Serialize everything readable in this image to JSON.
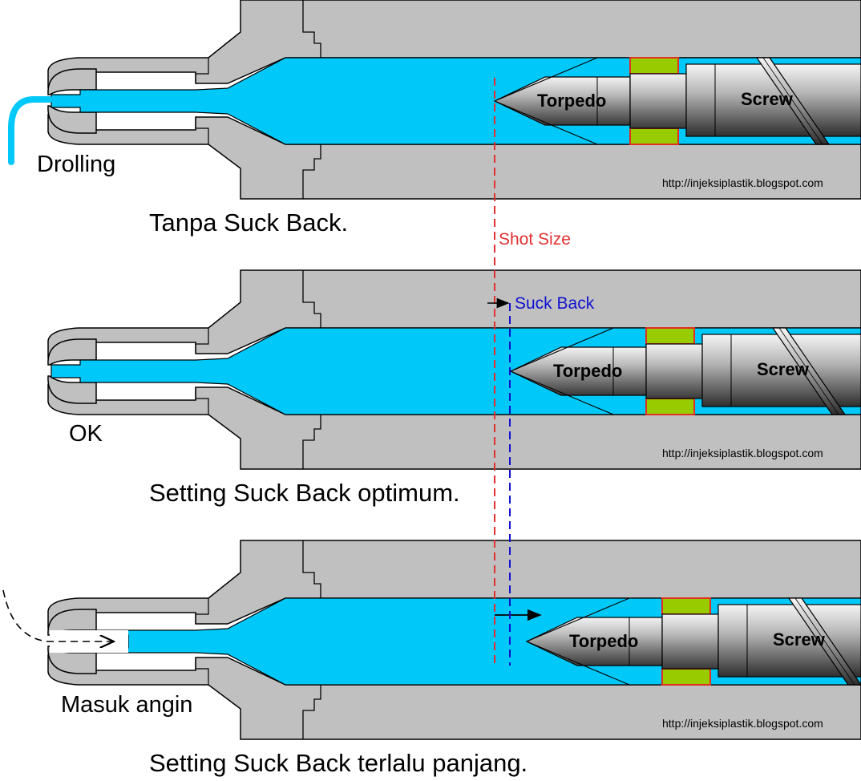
{
  "colors": {
    "barrel": "#c0c0c0",
    "melt": "#00c8f8",
    "ring": "#99cc00",
    "ring_border": "#e03020",
    "shot_line": "#e03030",
    "suckback_line": "#1010d0",
    "drool": "#00c8f8"
  },
  "panels": [
    {
      "side_label": "Drolling",
      "caption": "Tanpa Suck Back.",
      "torpedo_label": "Torpedo",
      "screw_label": "Screw",
      "url": "http://injeksiplastik.blogspot.com"
    },
    {
      "side_label": "OK",
      "caption": "Setting Suck Back optimum.",
      "torpedo_label": "Torpedo",
      "screw_label": "Screw",
      "url": "http://injeksiplastik.blogspot.com"
    },
    {
      "side_label": "Masuk angin",
      "caption": "Setting Suck Back terlalu panjang.",
      "torpedo_label": "Torpedo",
      "screw_label": "Screw",
      "url": "http://injeksiplastik.blogspot.com"
    }
  ],
  "markers": {
    "shot_size": "Shot Size",
    "suck_back": "Suck Back"
  }
}
